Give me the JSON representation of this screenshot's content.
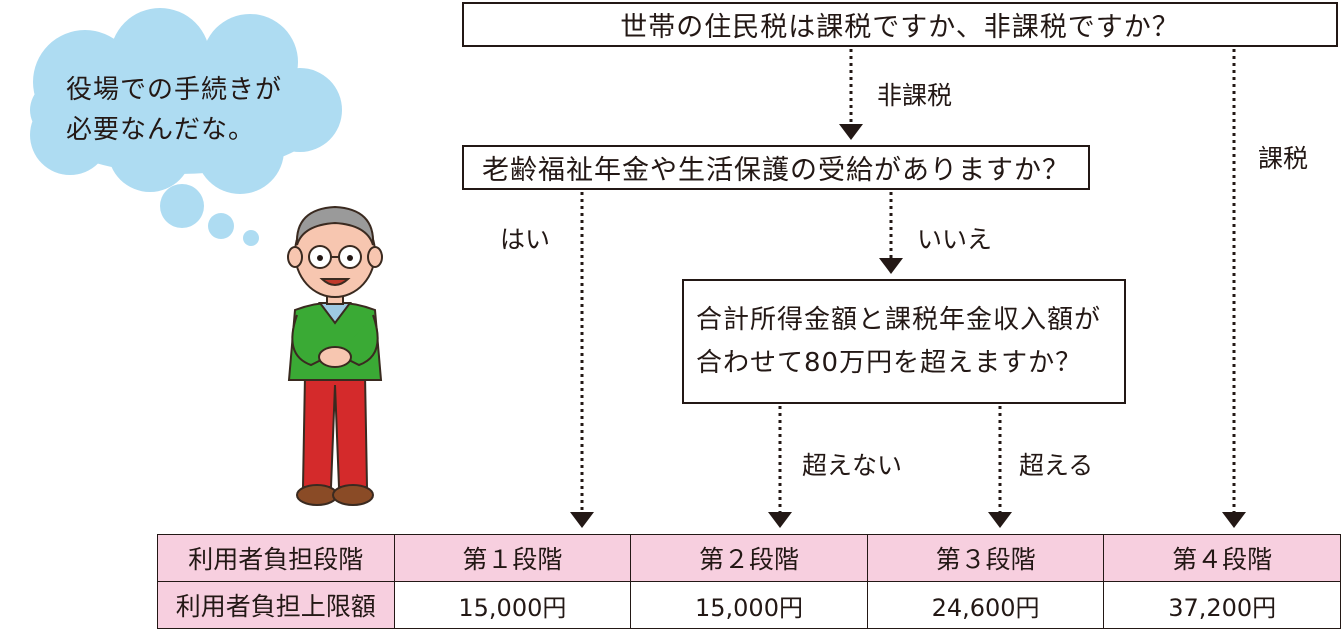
{
  "flow": {
    "question1": "世帯の住民税は課税ですか、非課税ですか？",
    "question2": "老齢福祉年金や生活保護の受給がありますか？",
    "question3_line1": "合計所得金額と課税年金収入額が",
    "question3_line2": "合わせて80万円を超えますか？",
    "label_hikazei": "非課税",
    "label_kazei": "課税",
    "label_hai": "はい",
    "label_iie": "いいえ",
    "label_koenai": "超えない",
    "label_koeru": "超える"
  },
  "speech_bubble": {
    "line1": "役場での手続きが",
    "line2": "必要なんだな。"
  },
  "table": {
    "row1": [
      "利用者負担段階",
      "第１段階",
      "第２段階",
      "第３段階",
      "第４段階"
    ],
    "row2": [
      "利用者負担上限額",
      "15,000円",
      "15,000円",
      "24,600円",
      "37,200円"
    ],
    "header_color": "#f7cfdf"
  },
  "colors": {
    "line": "#231815",
    "bubble": "#aedcf2",
    "shirt": "#3aaa35",
    "pants": "#d42a2b",
    "skin": "#f7c6b0"
  }
}
